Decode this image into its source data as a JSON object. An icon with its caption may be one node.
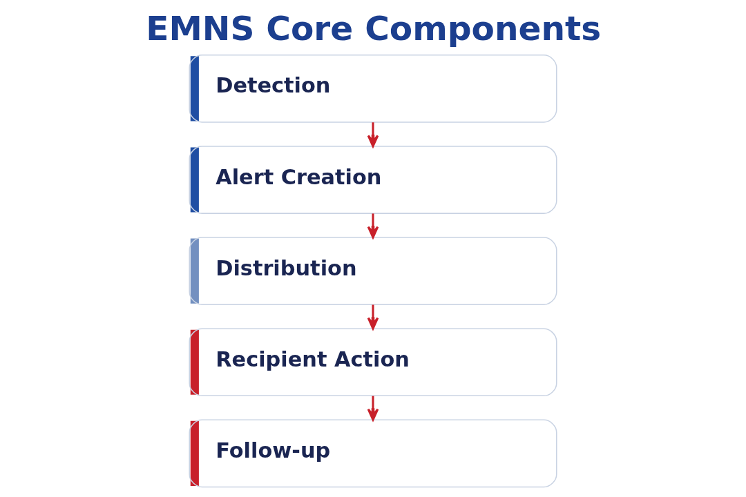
{
  "diagram": {
    "title": "EMNS Core Components",
    "nodes": [
      {
        "text": [
          "Detection"
        ]
      },
      {
        "text": [
          "Alert Creation"
        ]
      },
      {
        "text": [
          "Distribution"
        ]
      },
      {
        "text": [
          "Recipient Action"
        ]
      },
      {
        "text": [
          "Follow-up"
        ]
      }
    ],
    "edges": [
      {
        "from": 0,
        "to": 1,
        "arrow": "to"
      },
      {
        "from": 1,
        "to": 2,
        "arrow": "to"
      },
      {
        "from": 2,
        "to": 3,
        "arrow": "to"
      },
      {
        "from": 3,
        "to": 4,
        "arrow": "to"
      }
    ]
  }
}
